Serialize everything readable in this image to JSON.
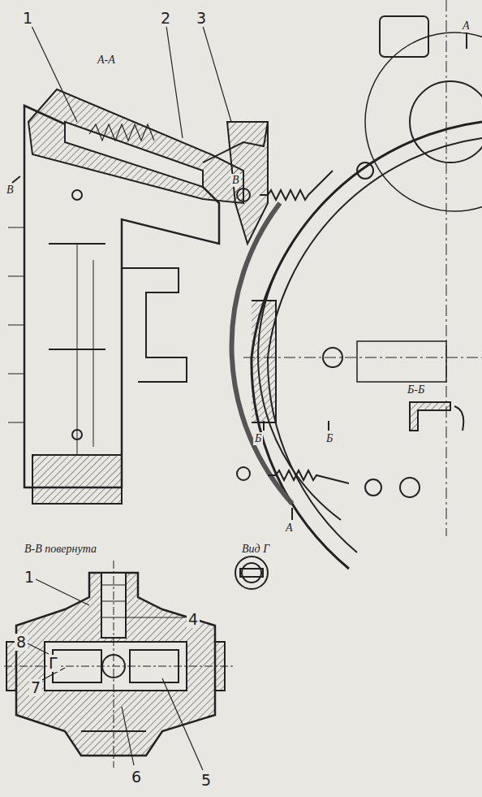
{
  "diagram": {
    "labels": [
      "1",
      "2",
      "3",
      "А-А",
      "А",
      "А",
      "Б-Б",
      "Б",
      "Б",
      "В",
      "В",
      "Вид Г",
      "В-В повернута",
      "1",
      "4",
      "8",
      "Г",
      "7",
      "6",
      "5"
    ]
  }
}
